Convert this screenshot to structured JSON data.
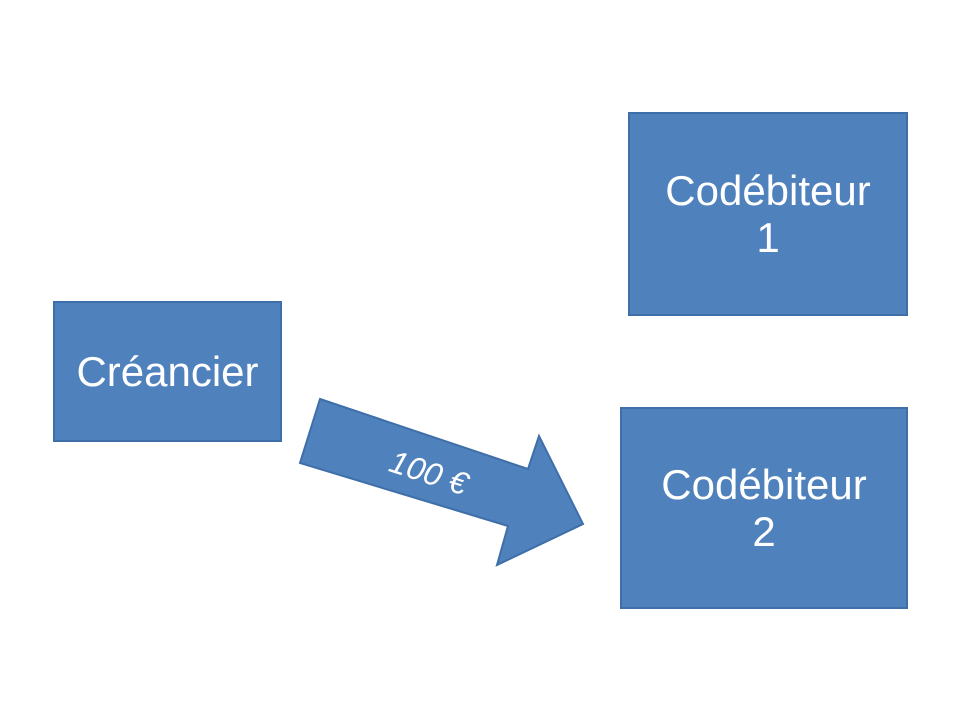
{
  "nodes": {
    "creditor": {
      "label": "Créancier"
    },
    "codebtor1": {
      "line1": "Codébiteur",
      "line2": "1"
    },
    "codebtor2": {
      "line1": "Codébiteur",
      "line2": "2"
    }
  },
  "edges": {
    "payment": {
      "label": "100 €",
      "from": "Créancier",
      "to": "Codébiteur 2"
    }
  },
  "colors": {
    "box_fill": "#4f81bd",
    "box_border": "#3f6fa8",
    "text": "#ffffff",
    "arrow_text": "#ffffff"
  }
}
